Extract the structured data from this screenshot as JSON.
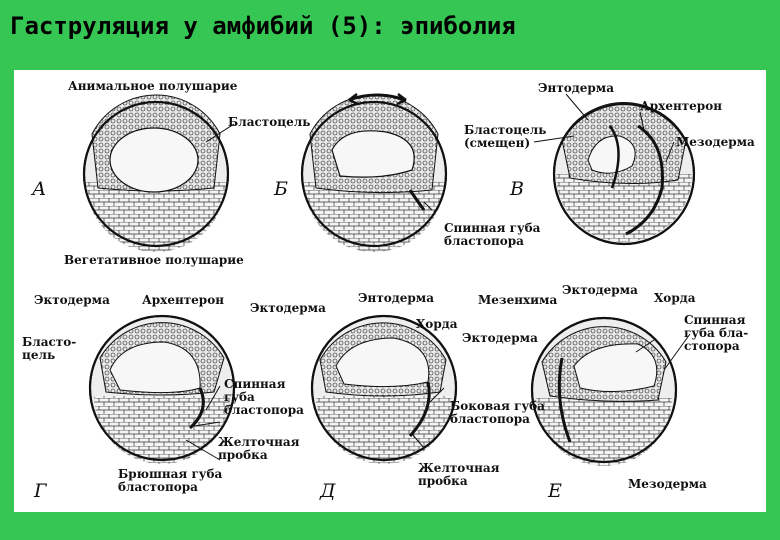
{
  "title": "Гаструляция у амфибий (5): эпиболия",
  "colors": {
    "background": "#35c653",
    "panel": "#ffffff",
    "ink": "#111111"
  },
  "stages": [
    {
      "letter": "А"
    },
    {
      "letter": "Б"
    },
    {
      "letter": "В"
    },
    {
      "letter": "Г"
    },
    {
      "letter": "Д"
    },
    {
      "letter": "Е"
    }
  ],
  "labels": {
    "animal_hemisphere": "Анимальное полушарие",
    "blastocoel_a": "Бластоцель",
    "vegetal_hemisphere": "Вегетативное полушарие",
    "blastocoel_shifted": "Бластоцель (смещен)",
    "endoderm_c": "Энтодерма",
    "archenteron_c": "Архентерон",
    "mesoderm_c": "Мезодерма",
    "dorsal_lip_b": "Спинная губа бластопора",
    "ectoderm_d": "Эктодерма",
    "archenteron_d": "Архентерон",
    "blastocoel_d": "Бласто-цель",
    "dorsal_lip_d": "Спинная губа бластопора",
    "yolk_plug_d": "Желточная пробка",
    "ventral_lip_d": "Брюшная губа бластопора",
    "ectoderm_e": "Эктодерма",
    "endoderm_e": "Энтодерма",
    "notochord_e": "Хорда",
    "mesenchyme": "Мезенхима",
    "lateral_lip": "Боковая губа бластопора",
    "yolk_plug_e": "Желточная пробка",
    "ectoderm_f": "Эктодерма",
    "ectoderm_f2": "Эктодерма",
    "notochord_f": "Хорда",
    "dorsal_lip_f": "Спинная губа бла-стопора",
    "mesoderm_f": "Мезодерма"
  }
}
